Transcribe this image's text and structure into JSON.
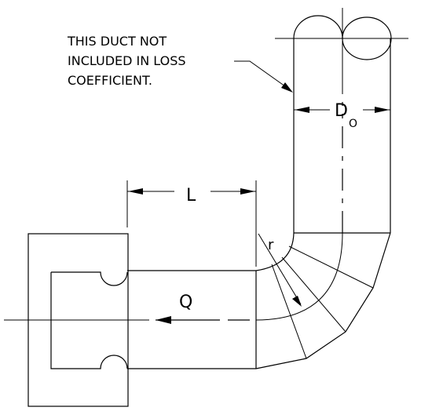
{
  "diagram": {
    "note_lines": [
      "THIS DUCT NOT",
      "INCLUDED IN LOSS",
      "COEFFICIENT."
    ],
    "labels": {
      "length": "L",
      "flow": "Q",
      "radius": "r",
      "outlet_diameter_main": "D",
      "outlet_diameter_sub": "O"
    }
  }
}
